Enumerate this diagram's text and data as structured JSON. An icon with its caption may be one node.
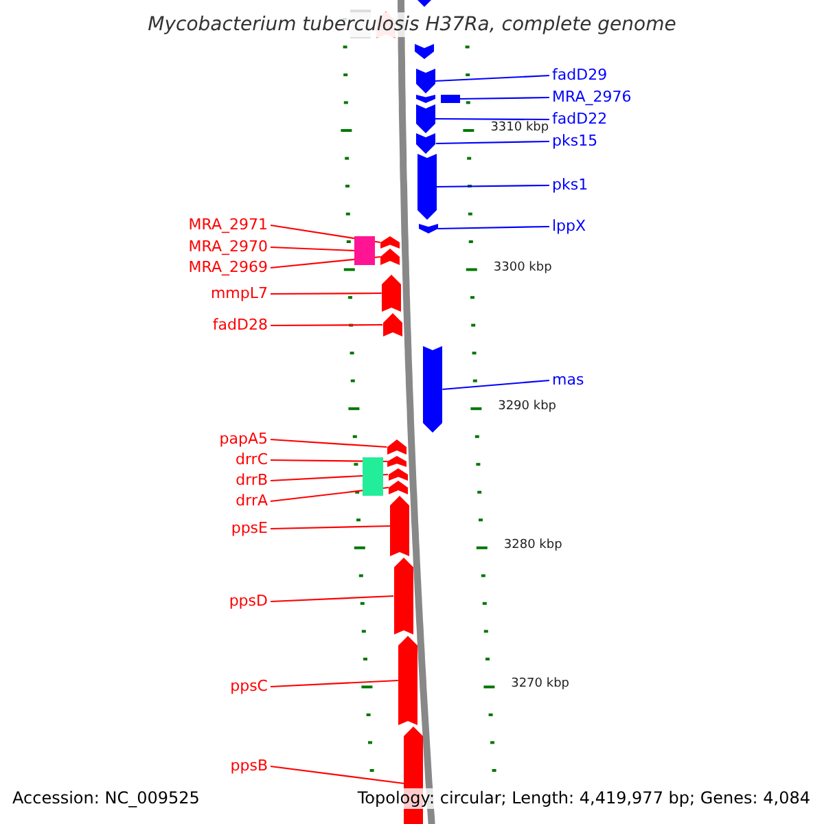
{
  "diagram": {
    "title": "Mycobacterium tuberculosis H37Ra, complete genome",
    "nodes": [
      {
        "text": [
          "fadD29"
        ]
      },
      {
        "text": [
          "MRA_2976"
        ]
      },
      {
        "text": [
          "fadD22"
        ]
      },
      {
        "text": [
          "pks15"
        ]
      },
      {
        "text": [
          "pks1"
        ]
      },
      {
        "text": [
          "lppX"
        ]
      },
      {
        "text": [
          "mas"
        ]
      },
      {
        "text": [
          "MRA_2971"
        ]
      },
      {
        "text": [
          "MRA_2970"
        ]
      },
      {
        "text": [
          "MRA_2969"
        ]
      },
      {
        "text": [
          "mmpL7"
        ]
      },
      {
        "text": [
          "fadD28"
        ]
      },
      {
        "text": [
          "papA5"
        ]
      },
      {
        "text": [
          "drrC"
        ]
      },
      {
        "text": [
          "drrB"
        ]
      },
      {
        "text": [
          "drrA"
        ]
      },
      {
        "text": [
          "ppsE"
        ]
      },
      {
        "text": [
          "ppsD"
        ]
      },
      {
        "text": [
          "ppsC"
        ]
      },
      {
        "text": [
          "ppsB"
        ]
      },
      {
        "text": [],
        "shape": "arrow"
      },
      {
        "text": [],
        "shape": "box"
      },
      {
        "text": [],
        "shape": "arrow"
      },
      {
        "text": [],
        "shape": "arrow"
      },
      {
        "text": [],
        "shape": "arrow"
      },
      {
        "text": [],
        "shape": "arrow"
      },
      {
        "text": [],
        "shape": "box"
      },
      {
        "text": [],
        "shape": "arrow"
      },
      {
        "text": [],
        "shape": "arrow"
      },
      {
        "text": [],
        "shape": "arrow"
      },
      {
        "text": [],
        "shape": "arrow"
      },
      {
        "text": [],
        "shape": "box"
      },
      {
        "text": [],
        "shape": "arrow"
      },
      {
        "text": [],
        "shape": "arrow"
      },
      {
        "text": [],
        "shape": "arrow"
      },
      {
        "text": [],
        "shape": "arrow"
      },
      {
        "text": [],
        "shape": "arrow"
      },
      {
        "text": [],
        "shape": "arrow"
      },
      {
        "text": [],
        "shape": "box"
      },
      {
        "text": [],
        "shape": "arrow"
      },
      {
        "text": [],
        "shape": "arrow"
      },
      {
        "text": [],
        "shape": "arrow"
      },
      {
        "text": [],
        "shape": "arrow"
      },
      {
        "text": [],
        "shape": "arrow"
      },
      {
        "text": [],
        "shape": "arrow"
      },
      {
        "text": [],
        "shape": "arrow"
      }
    ],
    "edges": [
      {
        "from": 0,
        "to": 24,
        "arrow": "none",
        "color": "#0000ff"
      },
      {
        "from": 1,
        "to": 26,
        "arrow": "none",
        "color": "#0000ff"
      },
      {
        "from": 2,
        "to": 27,
        "arrow": "none",
        "color": "#0000ff"
      },
      {
        "from": 3,
        "to": 28,
        "arrow": "none",
        "color": "#0000ff"
      },
      {
        "from": 4,
        "to": 29,
        "arrow": "none",
        "color": "#0000ff"
      },
      {
        "from": 5,
        "to": 30,
        "arrow": "none",
        "color": "#0000ff"
      },
      {
        "from": 6,
        "to": 36,
        "arrow": "none",
        "color": "#0000ff"
      },
      {
        "from": 7,
        "to": 32,
        "arrow": "none"
      },
      {
        "from": 8,
        "to": 31,
        "arrow": "none"
      },
      {
        "from": 9,
        "to": 33,
        "arrow": "none"
      },
      {
        "from": 10,
        "to": 34,
        "arrow": "none"
      },
      {
        "from": 11,
        "to": 35,
        "arrow": "none"
      },
      {
        "from": 12,
        "to": 37,
        "arrow": "none"
      },
      {
        "from": 13,
        "to": 39,
        "arrow": "none"
      },
      {
        "from": 14,
        "to": 40,
        "arrow": "none"
      },
      {
        "from": 15,
        "to": 41,
        "arrow": "none"
      },
      {
        "from": 16,
        "to": 42,
        "arrow": "none"
      },
      {
        "from": 17,
        "to": 43,
        "arrow": "none"
      },
      {
        "from": 18,
        "to": 44,
        "arrow": "none"
      },
      {
        "from": 19,
        "to": 45,
        "arrow": "none"
      }
    ],
    "labels": [
      "3310 kbp",
      "3300 kbp",
      "3290 kbp",
      "3280 kbp",
      "3270 kbp",
      "Accession: NC_009525",
      "Topology: circular; Length: 4,419,977 bp; Genes: 4,084"
    ]
  }
}
